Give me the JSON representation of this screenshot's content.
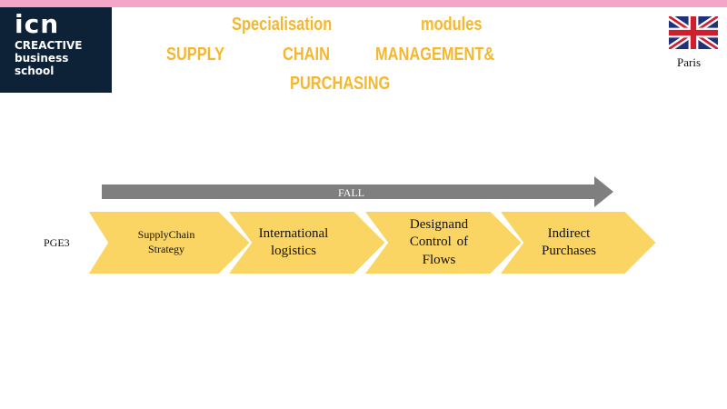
{
  "header": {
    "title_line1_left": "Specialisation",
    "title_line1_right": "modules",
    "title_line2_a": "SUPPLY",
    "title_line2_b": "CHAIN",
    "title_line2_c": "MANAGEMENT&",
    "title_line3": "PURCHASING"
  },
  "logo": {
    "brand": "icn",
    "line1": "CREACTIVE",
    "line2": "business",
    "line3": "school"
  },
  "location": {
    "city": "Paris",
    "flag_icon": "uk-flag-icon"
  },
  "timeline": {
    "label": "FALL"
  },
  "program": {
    "label": "PGE3"
  },
  "modules": [
    {
      "label": "Supply Chain Strategy"
    },
    {
      "label": "International logistics"
    },
    {
      "label": "Designand Control of Flows"
    },
    {
      "label": "Indirect Purchases"
    }
  ],
  "colors": {
    "accent_yellow": "#f5b72f",
    "chevron_fill": "#fbd564",
    "arrow_gray": "#7f7f7f",
    "logo_bg": "#0d2236",
    "top_bar_pink": "#f4a6c8"
  }
}
